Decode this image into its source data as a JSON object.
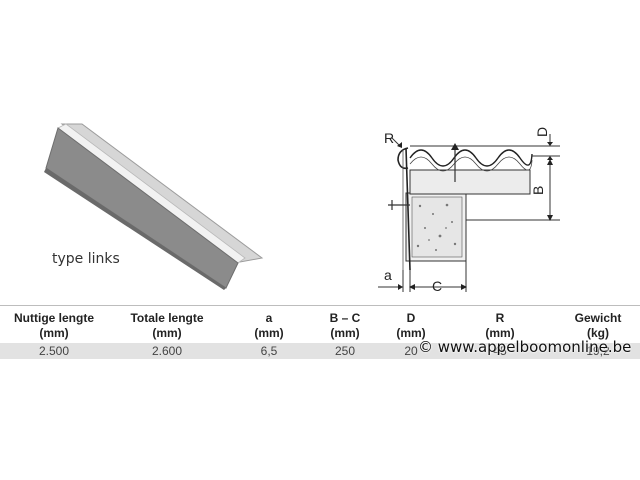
{
  "product": {
    "type_label": "type links"
  },
  "diagram": {
    "labels": {
      "r": "R",
      "d": "D",
      "b": "B",
      "a": "a",
      "c": "C"
    }
  },
  "table": {
    "headers": [
      {
        "name": "Nuttige lengte",
        "unit": "(mm)"
      },
      {
        "name": "Totale lengte",
        "unit": "(mm)"
      },
      {
        "name": "a",
        "unit": "(mm)"
      },
      {
        "name": "B – C",
        "unit": "(mm)"
      },
      {
        "name": "D",
        "unit": "(mm)"
      },
      {
        "name": "R",
        "unit": "(mm)"
      },
      {
        "name": "Gewicht",
        "unit": "(kg)"
      }
    ],
    "values": [
      "2.500",
      "2.600",
      "6,5",
      "250",
      "20",
      "45",
      "19,2"
    ]
  },
  "watermark": "© www.appelboomonline.be"
}
